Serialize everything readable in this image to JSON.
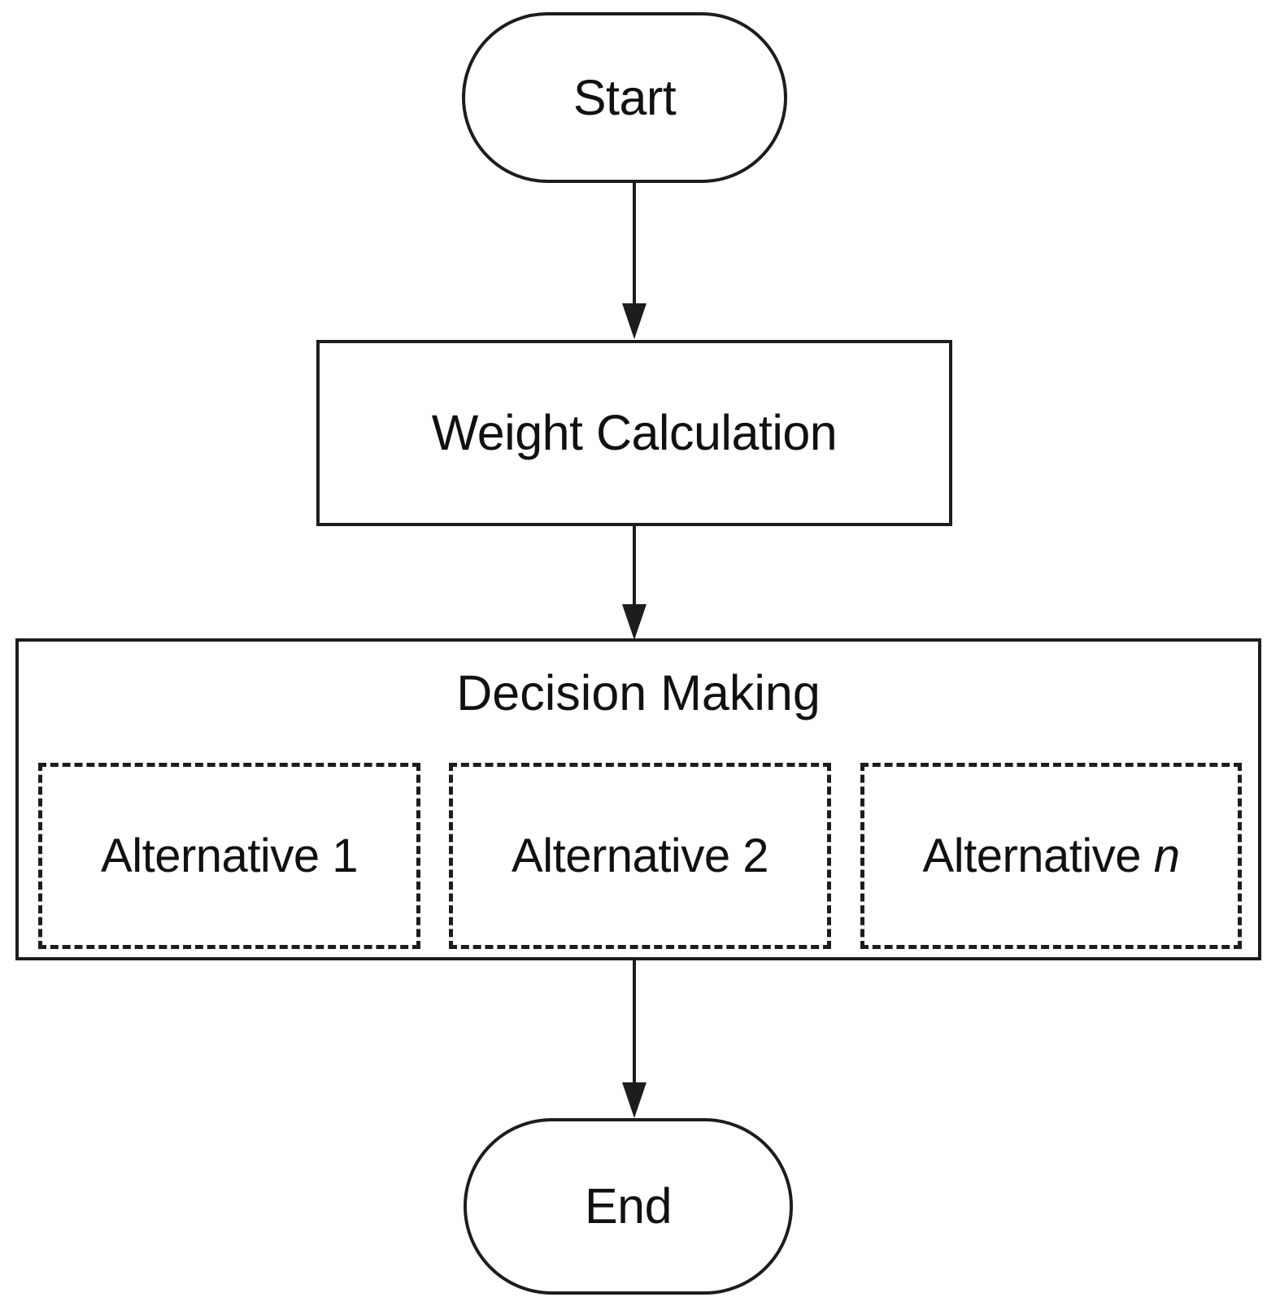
{
  "diagram": {
    "type": "flowchart",
    "orientation": "top-to-bottom",
    "background_color": "#ffffff",
    "stroke_color": "#1d1d1d",
    "text_color": "#111111"
  },
  "nodes": {
    "start": {
      "label": "Start",
      "shape": "rounded-terminal"
    },
    "weight_calculation": {
      "label": "Weight Calculation",
      "shape": "rectangle"
    },
    "decision_making": {
      "title": "Decision Making",
      "shape": "container-rectangle",
      "alternatives": [
        {
          "label": "Alternative 1",
          "label_prefix": "Alternative ",
          "label_suffix": "1",
          "italic_suffix": false,
          "shape": "dashed-rectangle"
        },
        {
          "label": "Alternative 2",
          "label_prefix": "Alternative ",
          "label_suffix": "2",
          "italic_suffix": false,
          "shape": "dashed-rectangle"
        },
        {
          "label": "Alternative n",
          "label_prefix": "Alternative ",
          "label_suffix": "n",
          "italic_suffix": true,
          "shape": "dashed-rectangle"
        }
      ]
    },
    "end": {
      "label": "End",
      "shape": "rounded-terminal"
    }
  },
  "connectors": [
    {
      "name": "start-to-weight",
      "from": "start",
      "to": "weight_calculation",
      "arrowhead": "solid-triangle"
    },
    {
      "name": "weight-to-decision",
      "from": "weight_calculation",
      "to": "decision_making",
      "arrowhead": "solid-triangle"
    },
    {
      "name": "decision-to-end",
      "from": "decision_making",
      "to": "end",
      "arrowhead": "solid-triangle"
    }
  ]
}
